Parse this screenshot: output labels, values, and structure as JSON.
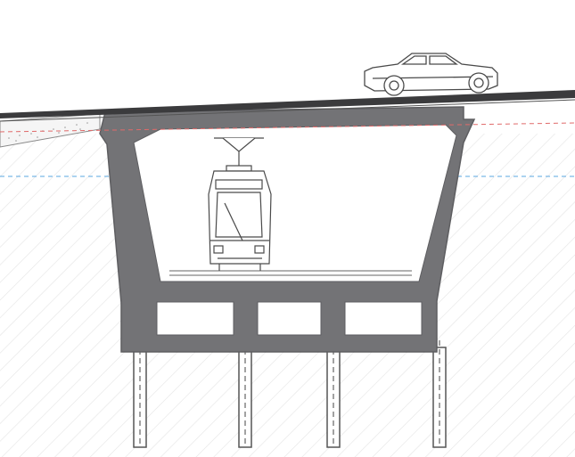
{
  "diagram": {
    "kind": "tram-underpass-cross-section",
    "labels": [],
    "colors": {
      "background": "#ffffff",
      "soil_hatch": "#e4e4e4",
      "concrete": "#737376",
      "concrete_edge": "#5e5e61",
      "road_surface": "#3b3b3d",
      "line_art": "#4a4a4a",
      "red_dashed": "#e06a6a",
      "blue_dashed": "#5aa7e0",
      "pile": "#ffffff"
    },
    "elements": {
      "road": "road-deck",
      "vehicle": "car-on-road",
      "tunnel_vehicle": "tram-in-tunnel",
      "structure": "concrete-box-section",
      "voids": 3,
      "piles": 4
    }
  }
}
